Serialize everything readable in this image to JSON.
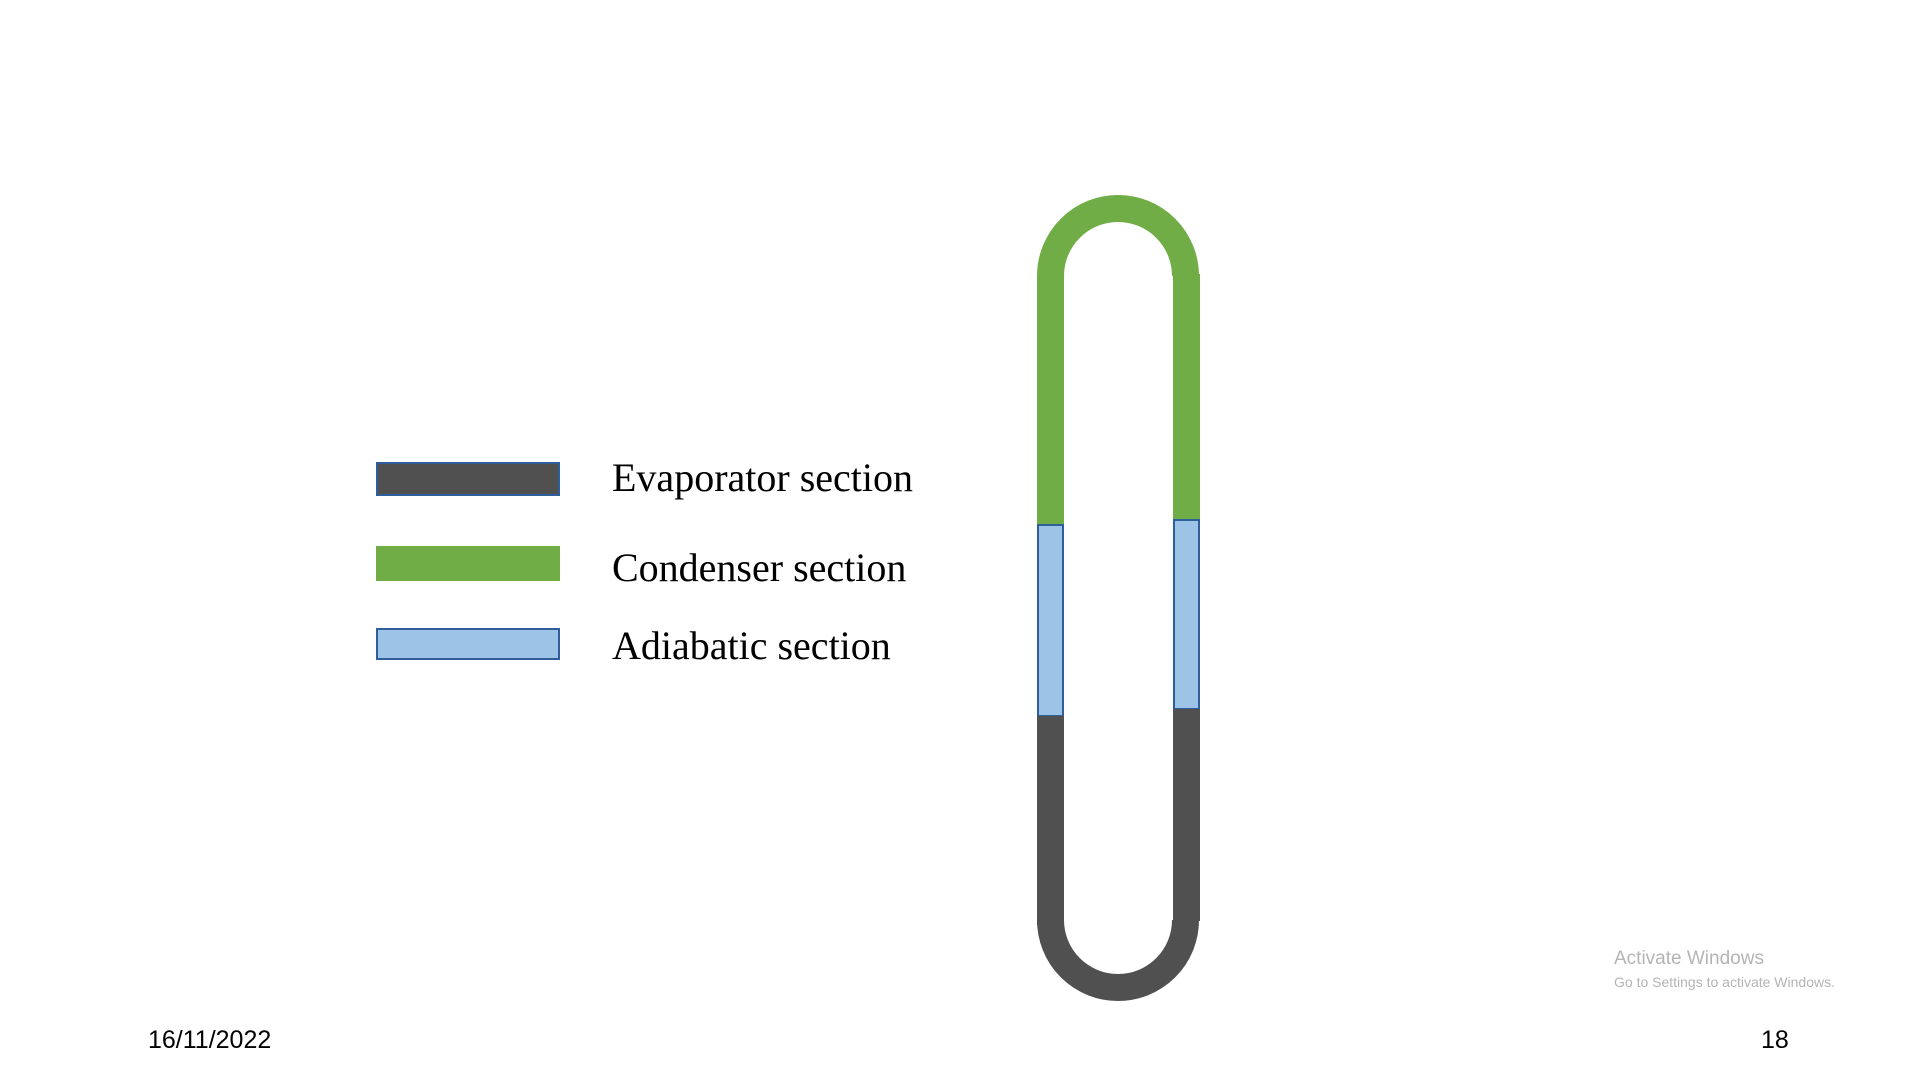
{
  "legend": [
    {
      "label": "Evaporator section",
      "color": "#505050"
    },
    {
      "label": "Condenser section",
      "color": "#70AD47"
    },
    {
      "label": "Adiabatic section",
      "color": "#9DC3E6"
    }
  ],
  "colors": {
    "border": "#2F5F9A"
  },
  "footer": {
    "date": "16/11/2022",
    "page_number": "18"
  },
  "watermark": {
    "title": "Activate Windows",
    "subtitle": "Go to Settings to activate Windows."
  }
}
